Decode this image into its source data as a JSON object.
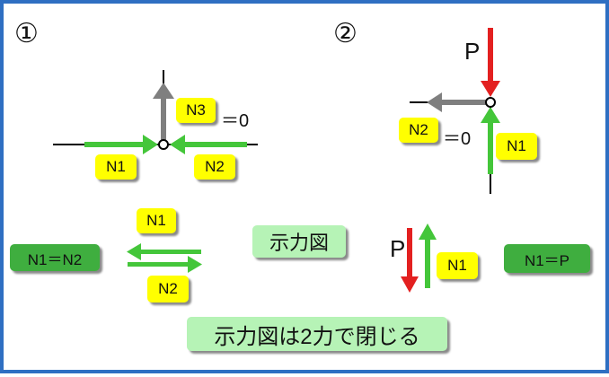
{
  "diagram_1": {
    "number": "①",
    "n3_label": "N3",
    "n3_value": "＝0",
    "n1_label": "N1",
    "n2_label": "N2"
  },
  "diagram_2": {
    "number": "②",
    "p_label": "P",
    "n2_label": "N2",
    "n2_value": "＝0",
    "n1_label": "N1"
  },
  "force_polygon_1": {
    "n1_label": "N1",
    "n2_label": "N2",
    "equation": "N1＝N2"
  },
  "force_polygon_title": "示力図",
  "force_polygon_2": {
    "p_label": "P",
    "n1_label": "N1",
    "equation": "N1＝P"
  },
  "conclusion": "示力図は2力で閉じる",
  "colors": {
    "border": "#2f6fc2",
    "member": "#000000",
    "force_green": "#44c63a",
    "force_gray": "#7f7f7f",
    "force_red": "#e32020",
    "label_yellow": "#ffff00",
    "label_green": "#3fae3f",
    "label_light_green": "#b6f3b6"
  }
}
